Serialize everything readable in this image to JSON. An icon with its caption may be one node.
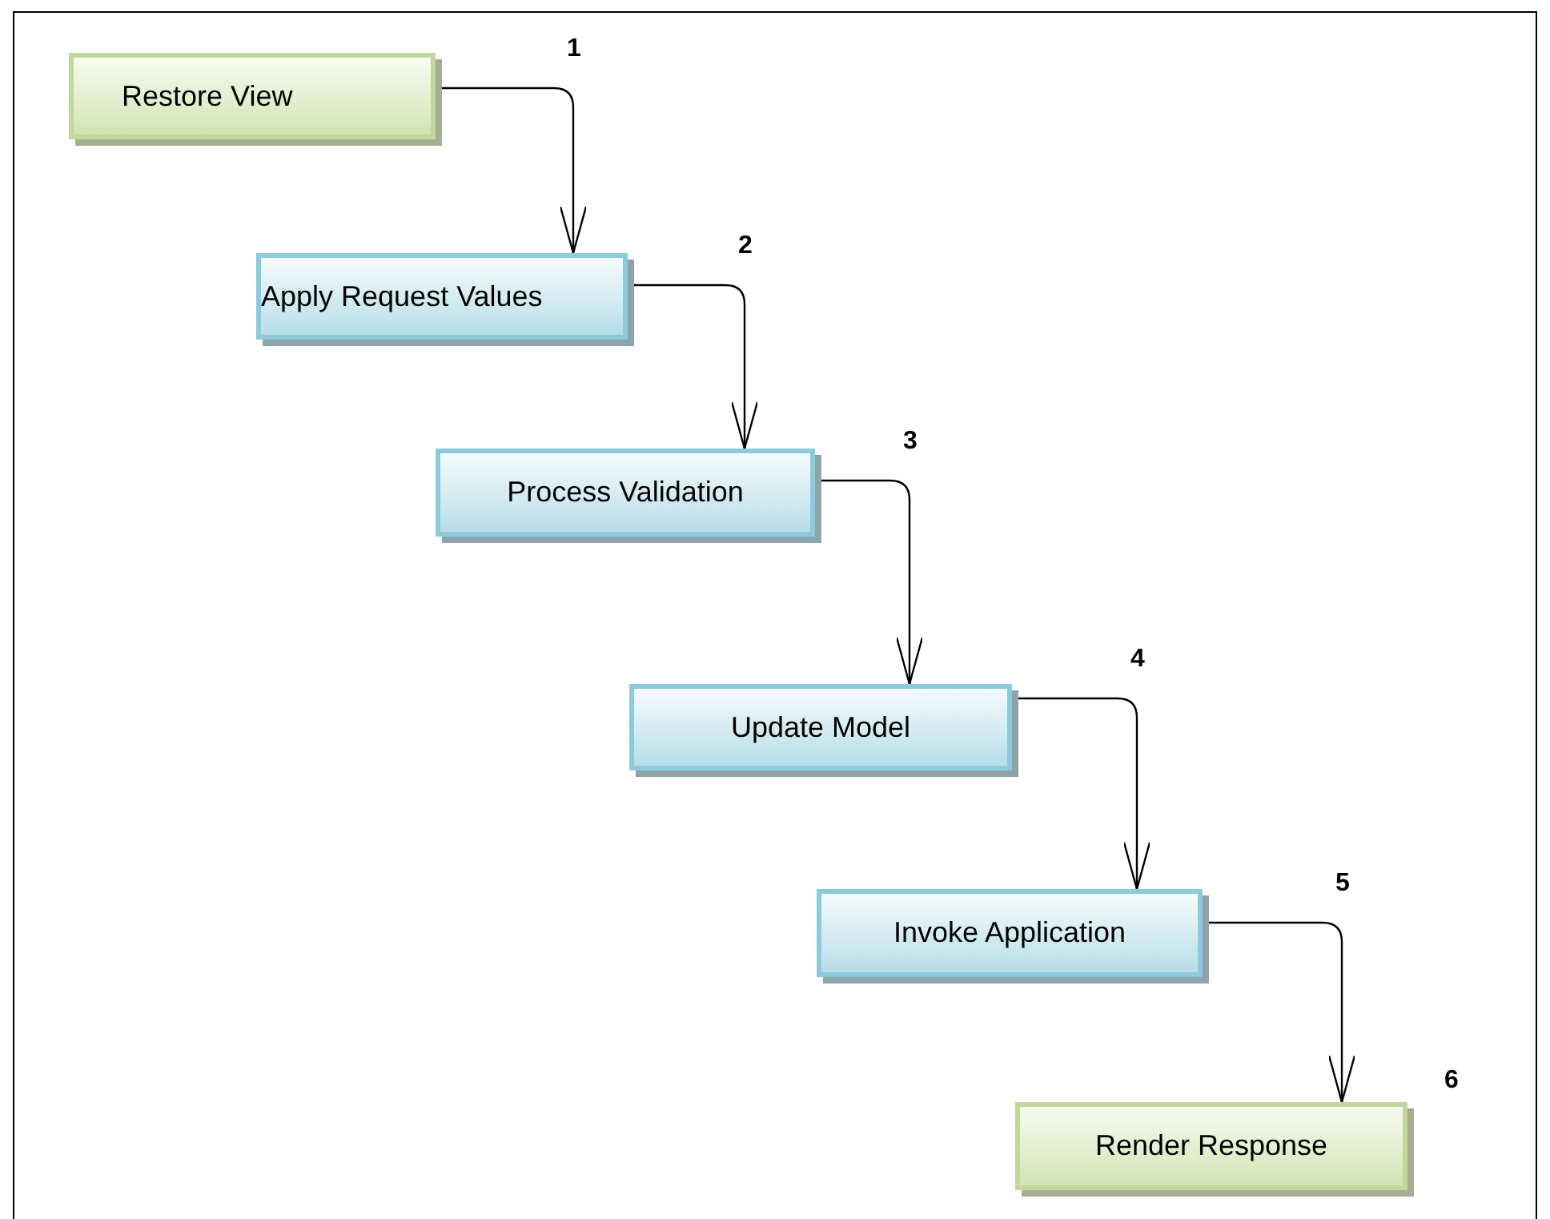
{
  "diagram": {
    "nodes": [
      {
        "text": [
          "Restore View"
        ]
      },
      {
        "text": [
          "Apply Request Values"
        ]
      },
      {
        "text": [
          "Process Validation"
        ]
      },
      {
        "text": [
          "Update Model"
        ]
      },
      {
        "text": [
          "Invoke Application"
        ]
      },
      {
        "text": [
          "Render Response"
        ],
        "beside": [
          "6"
        ]
      }
    ],
    "edges": [
      {
        "from": 0,
        "to": 1,
        "arrow": "to",
        "label": "1"
      },
      {
        "from": 1,
        "to": 2,
        "arrow": "to",
        "label": "2"
      },
      {
        "from": 2,
        "to": 3,
        "arrow": "to",
        "label": "3"
      },
      {
        "from": 3,
        "to": 4,
        "arrow": "to",
        "label": "4"
      },
      {
        "from": 4,
        "to": 5,
        "arrow": "to",
        "label": "5"
      }
    ]
  }
}
